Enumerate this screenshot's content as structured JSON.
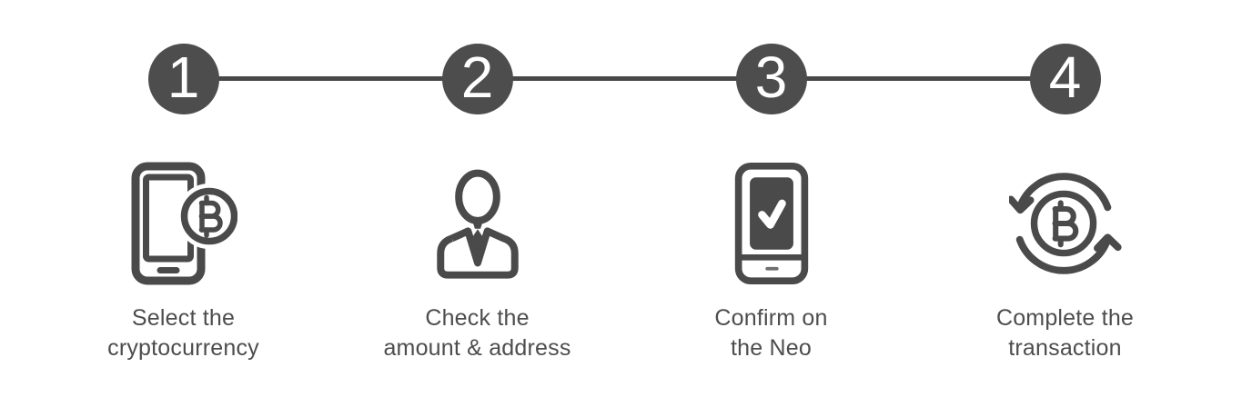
{
  "colors": {
    "accent": "#4a4a4a",
    "circle": "#4d4d4d",
    "number": "#ffffff",
    "text": "#4d4d4d",
    "connector": "#484848",
    "bg": "#ffffff"
  },
  "stepper": {
    "steps": [
      {
        "number": "1",
        "icon": "smartphone-bitcoin-icon",
        "label_line1": "Select the",
        "label_line2": "cryptocurrency"
      },
      {
        "number": "2",
        "icon": "person-icon",
        "label_line1": "Check the",
        "label_line2": "amount & address"
      },
      {
        "number": "3",
        "icon": "device-confirm-icon",
        "label_line1": "Confirm on",
        "label_line2": "the Neo"
      },
      {
        "number": "4",
        "icon": "bitcoin-sync-icon",
        "label_line1": "Complete the",
        "label_line2": "transaction"
      }
    ]
  }
}
